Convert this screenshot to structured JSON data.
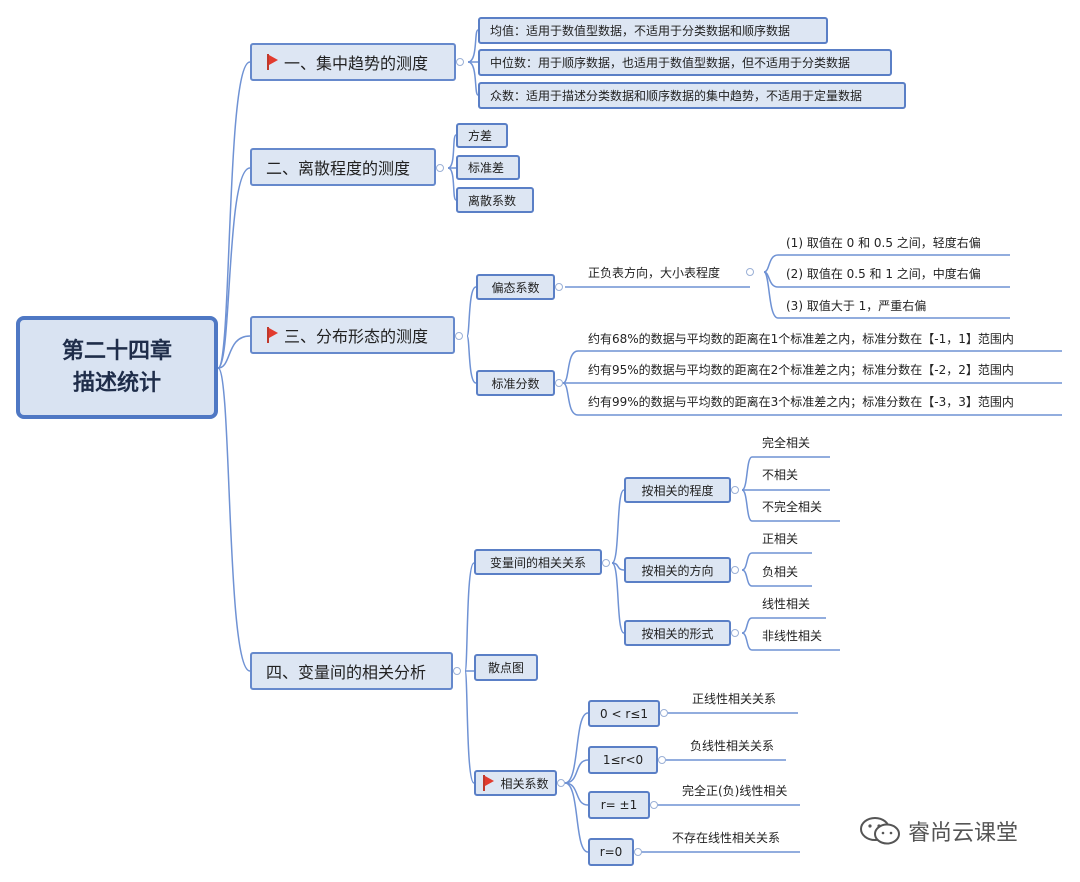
{
  "root": {
    "line1": "第二十四章",
    "line2": "描述统计"
  },
  "b1": {
    "title": "一、集中趋势的测度",
    "items": [
      "均值：适用于数值型数据，不适用于分类数据和顺序数据",
      "中位数：用于顺序数据，也适用于数值型数据，但不适用于分类数据",
      "众数：适用于描述分类数据和顺序数据的集中趋势，不适用于定量数据"
    ]
  },
  "b2": {
    "title": "二、离散程度的测度",
    "items": [
      "方差",
      "标准差",
      "离散系数"
    ]
  },
  "b3": {
    "title": "三、分布形态的测度",
    "skew": {
      "label": "偏态系数",
      "desc": "正负表方向，大小表程度",
      "items": [
        "(1) 取值在 0 和 0.5 之间，轻度右偏",
        "(2) 取值在 0.5 和 1 之间，中度右偏",
        "(3) 取值大于 1，严重右偏"
      ]
    },
    "z": {
      "label": "标准分数",
      "items": [
        "约有68%的数据与平均数的距离在1个标准差之内，标准分数在【-1，1】范围内",
        "约有95%的数据与平均数的距离在2个标准差之内；标准分数在【-2，2】范围内",
        "约有99%的数据与平均数的距离在3个标准差之内；标准分数在【-3，3】范围内"
      ]
    }
  },
  "b4": {
    "title": "四、变量间的相关分析",
    "rel": {
      "label": "变量间的相关关系",
      "degree": {
        "label": "按相关的程度",
        "items": [
          "完全相关",
          "不相关",
          "不完全相关"
        ]
      },
      "direction": {
        "label": "按相关的方向",
        "items": [
          "正相关",
          "负相关"
        ]
      },
      "form": {
        "label": "按相关的形式",
        "items": [
          "线性相关",
          "非线性相关"
        ]
      }
    },
    "scatter": "散点图",
    "coef": {
      "label": "相关系数",
      "items": [
        {
          "cond": "0 < r≤1",
          "desc": "正线性相关关系"
        },
        {
          "cond": "1≤r<0",
          "desc": "负线性相关关系"
        },
        {
          "cond": "r= ±1",
          "desc": "完全正(负)线性相关"
        },
        {
          "cond": "r=0",
          "desc": "不存在线性相关关系"
        }
      ]
    }
  },
  "watermark": "睿尚云课堂",
  "colors": {
    "border": "#5a7fc6",
    "fill": "#dde6f3",
    "line": "#6f92d4",
    "flag": "#e23b2e"
  }
}
